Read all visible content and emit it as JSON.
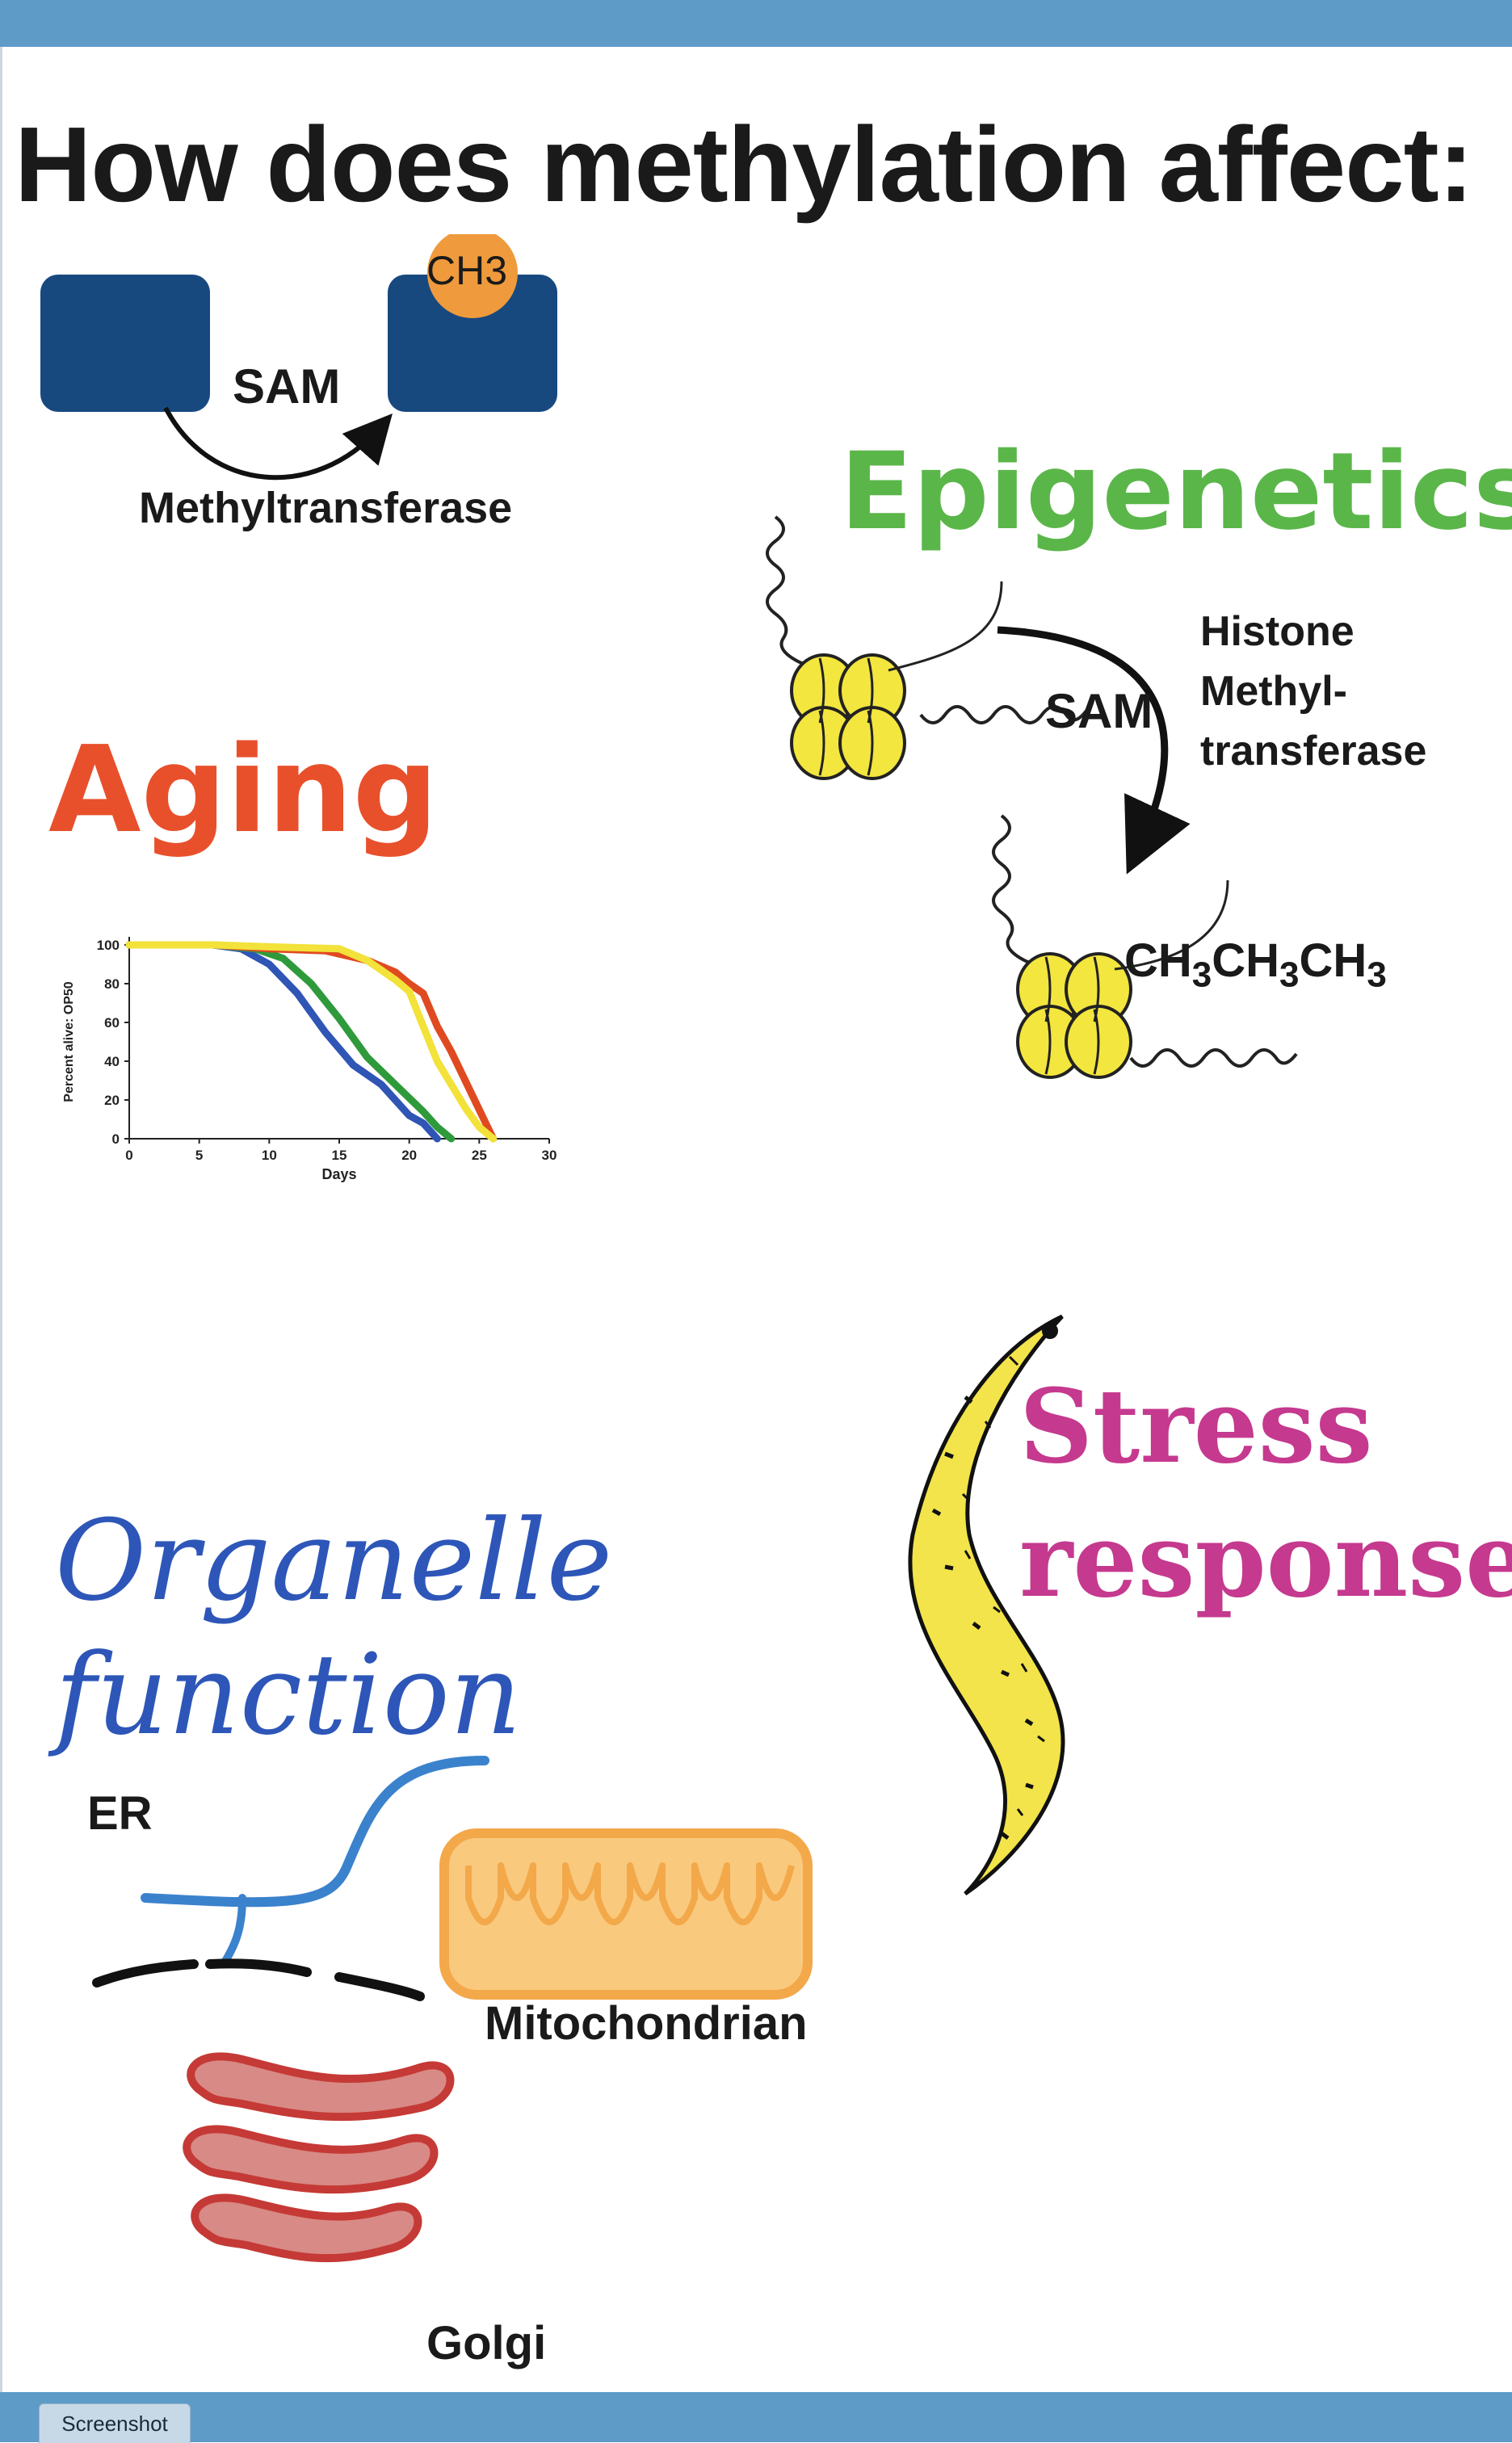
{
  "title": "How does methylation affect:",
  "methylation": {
    "ch3_label": "CH3",
    "sam_label": "SAM",
    "enzyme_label": "Methyltransferase"
  },
  "epigenetics": {
    "heading": "Epigenetics",
    "sam_label": "SAM",
    "enzyme_line1": "Histone",
    "enzyme_line2": "Methyl-",
    "enzyme_line3": "transferase",
    "ch3_marks": [
      "CH",
      "3",
      "CH",
      "3",
      "CH",
      "3"
    ]
  },
  "aging": {
    "heading": "Aging"
  },
  "chart_data": {
    "type": "line",
    "xlabel": "Days",
    "ylabel": "Percent alive: OP50",
    "xlim": [
      0,
      30
    ],
    "ylim": [
      0,
      100
    ],
    "x_ticks": [
      0,
      5,
      10,
      15,
      20,
      25,
      30
    ],
    "y_ticks": [
      0,
      20,
      40,
      60,
      80,
      100
    ],
    "series": [
      {
        "color": "#2f55b5",
        "x": [
          0,
          6,
          8,
          10,
          12,
          14,
          16,
          18,
          20,
          21,
          22
        ],
        "y": [
          100,
          100,
          98,
          90,
          75,
          55,
          38,
          28,
          12,
          8,
          0
        ]
      },
      {
        "color": "#2f9a3b",
        "x": [
          0,
          6,
          9,
          11,
          13,
          15,
          17,
          19,
          21,
          22,
          23
        ],
        "y": [
          100,
          100,
          98,
          93,
          80,
          62,
          42,
          28,
          14,
          6,
          0
        ]
      },
      {
        "color": "#e04a20",
        "x": [
          0,
          6,
          10,
          14,
          17,
          19,
          20,
          21,
          22,
          23,
          24,
          25,
          26
        ],
        "y": [
          100,
          100,
          98,
          97,
          92,
          86,
          80,
          75,
          58,
          45,
          30,
          15,
          0
        ]
      },
      {
        "color": "#f2e23a",
        "x": [
          0,
          6,
          10,
          15,
          17,
          19,
          20,
          21,
          22,
          23,
          24,
          25,
          26
        ],
        "y": [
          100,
          100,
          99,
          98,
          92,
          82,
          76,
          58,
          40,
          28,
          16,
          6,
          0
        ]
      }
    ]
  },
  "stress": {
    "line1": "Stress",
    "line2": "response"
  },
  "organelle": {
    "line1": "Organelle",
    "line2": "function",
    "er_label": "ER",
    "mito_label": "Mitochondrian",
    "golgi_label": "Golgi"
  },
  "footer": {
    "tab_label": "Screenshot"
  },
  "colors": {
    "frame_bar": "#5e9bc7",
    "protein_blue": "#17497f",
    "ch3_orange": "#ef9a3c",
    "epigenetics_green": "#5bb64a",
    "aging_red": "#e8502b",
    "stress_magenta": "#c5398f",
    "organelle_blue": "#2d56b8",
    "nucleosome_yellow": "#f3e63e",
    "worm_yellow": "#f2e44a",
    "golgi_red": "#c53a36",
    "mito_orange": "#f3a84a"
  }
}
